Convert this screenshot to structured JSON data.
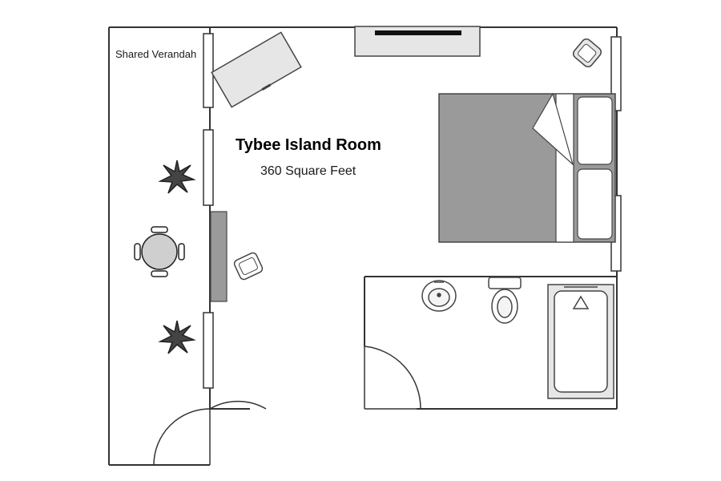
{
  "labels": {
    "verandah": "Shared Verandah",
    "room_title": "Tybee Island Room",
    "room_area": "360 Square Feet"
  },
  "colors": {
    "wall": "#333333",
    "furniture_fill": "#e6e6e6",
    "bed_fill": "#9a9a9a",
    "outline": "#444444",
    "background": "#ffffff"
  }
}
